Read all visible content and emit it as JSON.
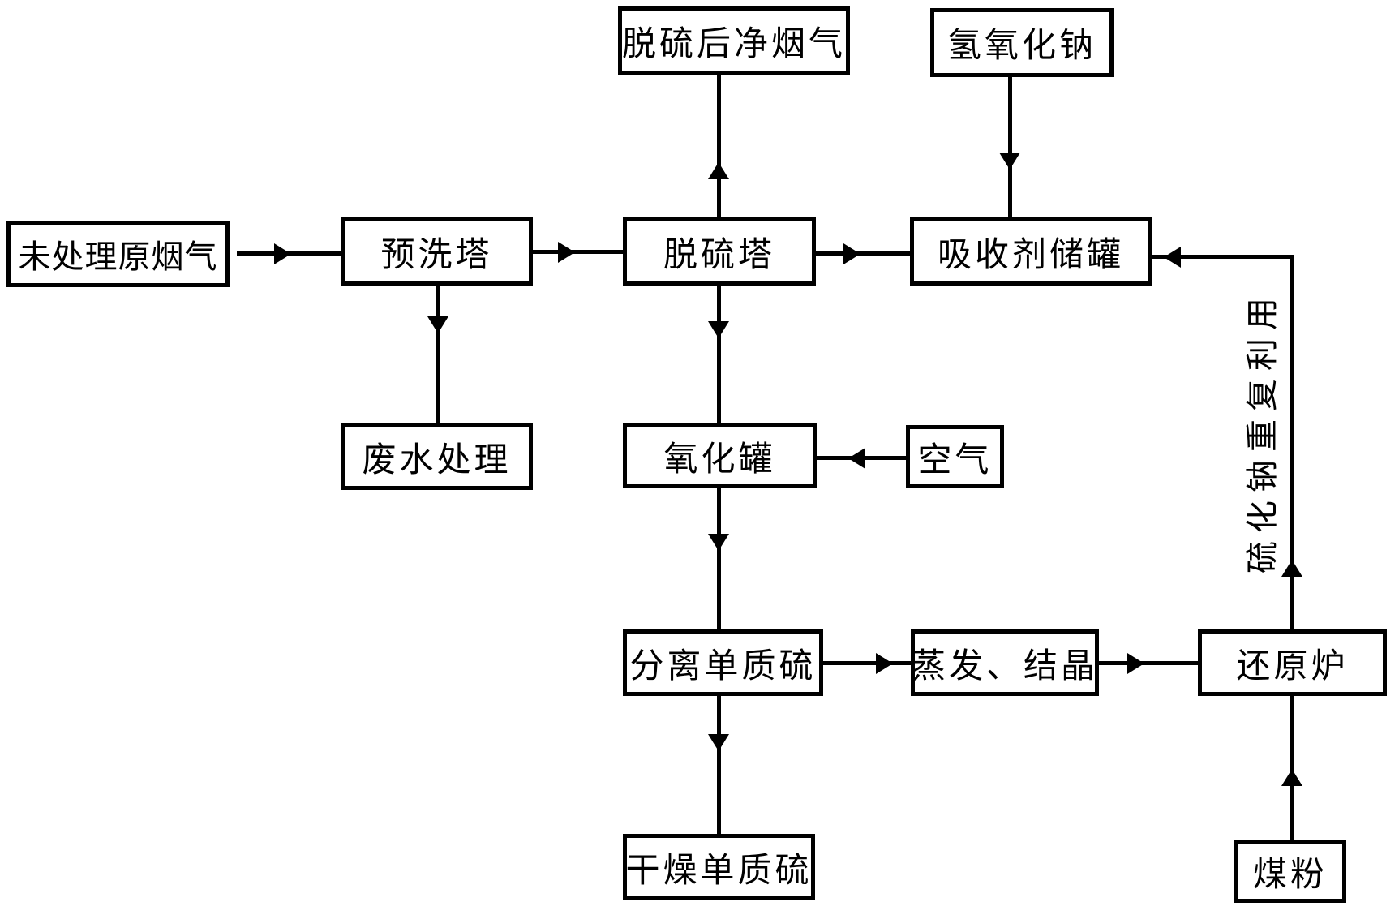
{
  "diagram_type": "process-flow-chart",
  "colors": {
    "ink": "#000000",
    "paper": "#ffffff"
  },
  "nodes": {
    "raw_gas": {
      "label": "未处理原烟气"
    },
    "prewash_tower": {
      "label": "预洗塔"
    },
    "clean_gas": {
      "label": "脱硫后净烟气"
    },
    "naoh": {
      "label": "氢氧化钠"
    },
    "desulf_tower": {
      "label": "脱硫塔"
    },
    "absorbent_tank": {
      "label": "吸收剂储罐"
    },
    "wastewater": {
      "label": "废水处理"
    },
    "oxidation_tank": {
      "label": "氧化罐"
    },
    "air": {
      "label": "空气"
    },
    "separate_sulfur": {
      "label": "分离单质硫"
    },
    "evaporation": {
      "label": "蒸发、结晶"
    },
    "reduction_furnace": {
      "label": "还原炉"
    },
    "dry_sulfur": {
      "label": "干燥单质硫"
    },
    "coal_powder": {
      "label": "煤粉"
    }
  },
  "recycle_label": "硫化钠重复利用",
  "edges": [
    {
      "from": "未处理原烟气",
      "to": "预洗塔",
      "direction": "right"
    },
    {
      "from": "预洗塔",
      "to": "脱硫塔",
      "direction": "right"
    },
    {
      "from": "预洗塔",
      "to": "废水处理",
      "direction": "down"
    },
    {
      "from": "脱硫塔",
      "to": "脱硫后净烟气",
      "direction": "up"
    },
    {
      "from": "氢氧化钠",
      "to": "吸收剂储罐",
      "direction": "down"
    },
    {
      "from": "脱硫塔",
      "to": "吸收剂储罐",
      "direction": "right"
    },
    {
      "from": "脱硫塔",
      "to": "氧化罐",
      "direction": "down"
    },
    {
      "from": "空气",
      "to": "氧化罐",
      "direction": "left"
    },
    {
      "from": "氧化罐",
      "to": "分离单质硫",
      "direction": "down"
    },
    {
      "from": "分离单质硫",
      "to": "蒸发、结晶",
      "direction": "right"
    },
    {
      "from": "蒸发、结晶",
      "to": "还原炉",
      "direction": "right"
    },
    {
      "from": "分离单质硫",
      "to": "干燥单质硫",
      "direction": "down"
    },
    {
      "from": "煤粉",
      "to": "还原炉",
      "direction": "up"
    },
    {
      "from": "还原炉",
      "to": "吸收剂储罐",
      "direction": "up-left",
      "label": "硫化钠重复利用"
    }
  ]
}
